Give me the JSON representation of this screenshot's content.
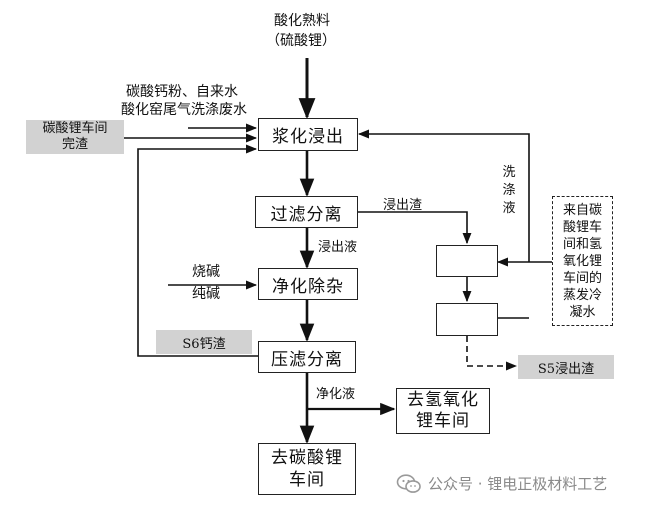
{
  "inputs": {
    "top_feed_line1": "酸化熟料",
    "top_feed_line2": "（硫酸锂）",
    "side_feed_line1": "碳酸钙粉、自来水",
    "side_feed_line2": "酸化窑尾气洗涤废水",
    "alkali_line1": "烧碱",
    "alkali_line2": "纯碱"
  },
  "nodes": {
    "slurry_leach": "浆化浸出",
    "filter_separation": "过滤分离",
    "purify_impurity": "净化除杂",
    "press_filter": "压滤分离",
    "to_carbonate_line1": "去碳酸锂",
    "to_carbonate_line2": "车间",
    "to_hydroxide_line1": "去氢氧化",
    "to_hydroxide_line2": "锂车间"
  },
  "gray_labels": {
    "carbonate_residue_line1": "碳酸锂车间",
    "carbonate_residue_line2": "完渣",
    "s6": "S6钙渣",
    "s5": "S5浸出渣"
  },
  "edge_labels": {
    "leach_residue": "浸出渣",
    "leach_liquid": "浸出液",
    "purified_liquid": "净化液",
    "wash_liquid_chars": [
      "洗",
      "涤",
      "液"
    ]
  },
  "dashed_note_lines": [
    "来自碳",
    "酸锂车",
    "间和氢",
    "氧化锂",
    "车间的",
    "蒸发冷",
    "凝水"
  ],
  "watermark": {
    "icon": "wechat-icon",
    "text": "公众号 · 锂电正极材料工艺"
  }
}
